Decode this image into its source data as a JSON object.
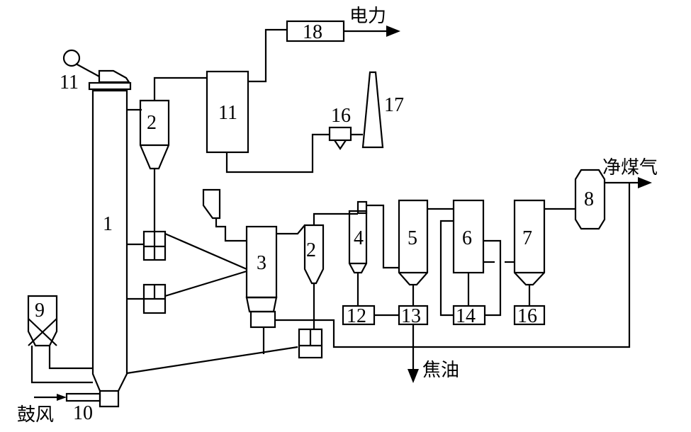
{
  "labels": {
    "gasifier": "1",
    "cyclone_top": "2",
    "cyclone_mid": "2",
    "separator": "3",
    "unit4": "4",
    "unit5": "5",
    "unit6": "6",
    "unit7": "7",
    "unit8": "8",
    "hopper9": "9",
    "blower10": "10",
    "feeder11": "11",
    "boiler11": "11",
    "pump12": "12",
    "pump13": "13",
    "pump14": "14",
    "filter16_top": "16",
    "pump16": "16",
    "stack17": "17",
    "generator18": "18"
  },
  "outputs": {
    "electricity": "电力",
    "clean_gas": "净煤气",
    "tar": "焦油",
    "blast_air": "鼓风"
  }
}
